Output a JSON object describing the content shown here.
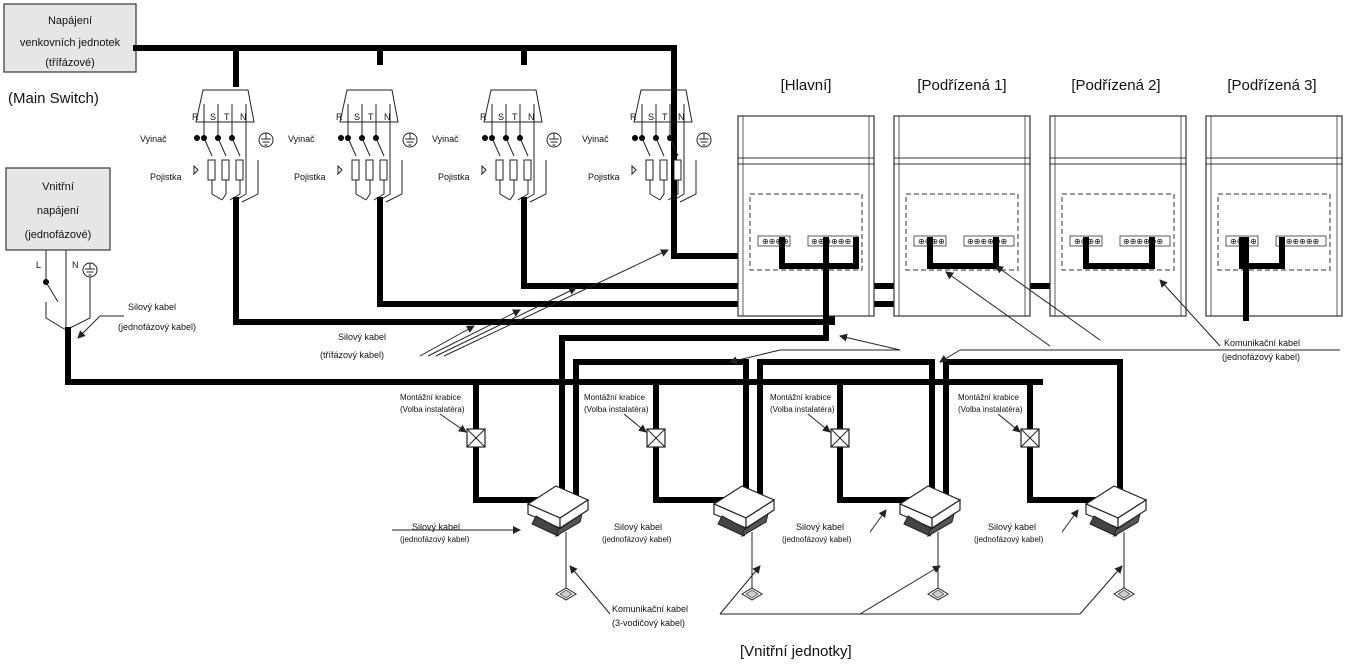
{
  "outdoor_power": {
    "line1": "Napájení",
    "line2": "venkovních jednotek",
    "line3": "(třífázové)"
  },
  "main_switch": "(Main Switch)",
  "indoor_power": {
    "line1": "Vnitřní",
    "line2": "napájení",
    "line3": "(jednofázové)"
  },
  "phases": {
    "r": "R",
    "s": "S",
    "t": "T",
    "n": "N",
    "l": "L"
  },
  "switch_label": "Vyinač",
  "fuse_label": "Pojistka",
  "outdoor_units": [
    "[Hlavní]",
    "[Podřízená 1]",
    "[Podřízená 2]",
    "[Podřízená 3]"
  ],
  "cable_single_phase_power": {
    "line1": "Silový kabel",
    "line2": "(jednofázový kabel)"
  },
  "cable_three_phase_power": {
    "line1": "Silový kabel",
    "line2": "(třífázový kabel)"
  },
  "comm_cable_outdoor": {
    "line1": "Komunikační kabel",
    "line2": "(jednofázový kabel)"
  },
  "junction_box": {
    "line1": "Montážní krabice",
    "line2": "(Volba instalatéra)"
  },
  "indoor_power_cable": {
    "line1": "Silový kabel",
    "line2": "(jednofázový kabel)"
  },
  "comm_cable_indoor": {
    "line1": "Komunikační kabel",
    "line2": "(3-vodičový kabel)"
  },
  "indoor_units_title": "[Vnitřní jednotky]"
}
